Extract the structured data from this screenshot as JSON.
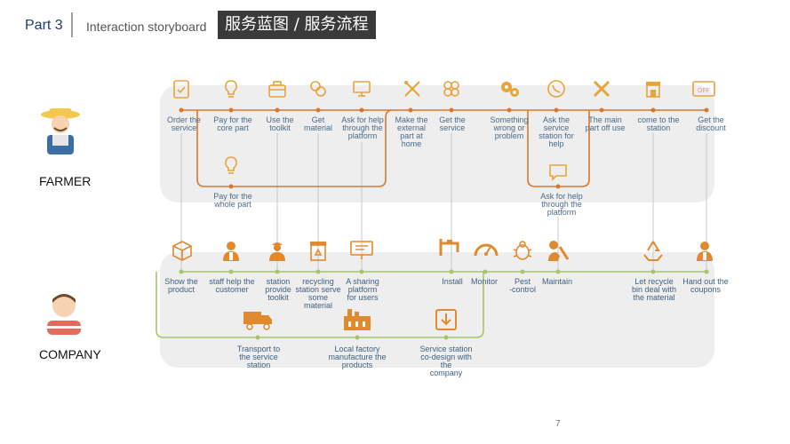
{
  "header": {
    "part": "Part 3",
    "subtitle": "Interaction storyboard",
    "title_cn": "服务蓝图 / 服务流程"
  },
  "actors": {
    "farmer": "FARMER",
    "company": "COMPANY"
  },
  "farmer_steps": [
    {
      "label": "Order the\nservice",
      "icon": "clipboard-check-icon"
    },
    {
      "label": "Pay for the\ncore part",
      "icon": "bulb-icon"
    },
    {
      "label": "Use the\ntoolkit",
      "icon": "toolbox-icon"
    },
    {
      "label": "Get\nmaterial",
      "icon": "coins-icon"
    },
    {
      "label": "Ask for help\nthrough the\nplatform",
      "icon": "monitor-icon"
    },
    {
      "label": "Make the\nexternal\npart at\nhome",
      "icon": "tools-icon"
    },
    {
      "label": "Get the\nservice",
      "icon": "clover-icon"
    },
    {
      "label": "Something\nwrong or\nproblem",
      "icon": "gear-icon"
    },
    {
      "label": "Ask the\nservice\nstation for\nhelp",
      "icon": "phone-icon"
    },
    {
      "label": "The main\npart off use",
      "icon": "cross-icon"
    },
    {
      "label": "come to the\nstation",
      "icon": "shop-icon"
    },
    {
      "label": "Get the\ndiscount",
      "icon": "coupon-icon"
    }
  ],
  "farmer_sub_steps": [
    {
      "label": "Pay for the\nwhole part",
      "icon": "bulb-icon"
    },
    {
      "label": "Ask for help\nthrough the\nplatform",
      "icon": "chat-icon"
    }
  ],
  "company_steps": [
    {
      "label": "Show the\nproduct",
      "icon": "box-icon"
    },
    {
      "label": "staff help the\ncustomer",
      "icon": "staff-icon"
    },
    {
      "label": "station\nprovide\ntoolkit",
      "icon": "worker-icon"
    },
    {
      "label": "recycling\nstation serve\nsome\nmaterial",
      "icon": "recycle-bin-icon"
    },
    {
      "label": "A sharing\nplatform\nfor users",
      "icon": "monitor-icon"
    },
    {
      "label": "Install",
      "icon": "faucet-icon"
    },
    {
      "label": "Monitor",
      "icon": "gauge-icon"
    },
    {
      "label": "Pest\n-control",
      "icon": "bug-icon"
    },
    {
      "label": "Maintain",
      "icon": "repair-icon"
    },
    {
      "label": "Let recycle\nbin deal with\nthe material",
      "icon": "recycle-icon"
    },
    {
      "label": "Hand out the\ncoupons",
      "icon": "staff-icon"
    }
  ],
  "company_sub_steps": [
    {
      "label": "Transport to\nthe service\nstation",
      "icon": "truck-icon"
    },
    {
      "label": "Local factory\nmanufacture the\nproducts",
      "icon": "factory-icon"
    },
    {
      "label": "Service station\nco-design with the\ncompany",
      "icon": "download-box-icon"
    }
  ],
  "page_number": "7",
  "colors": {
    "farmer_accent": "#e8a33a",
    "company_accent": "#e08a2f",
    "farmer_line": "#d9772b",
    "company_line": "#a9c46a",
    "band": "#eeeeee"
  }
}
